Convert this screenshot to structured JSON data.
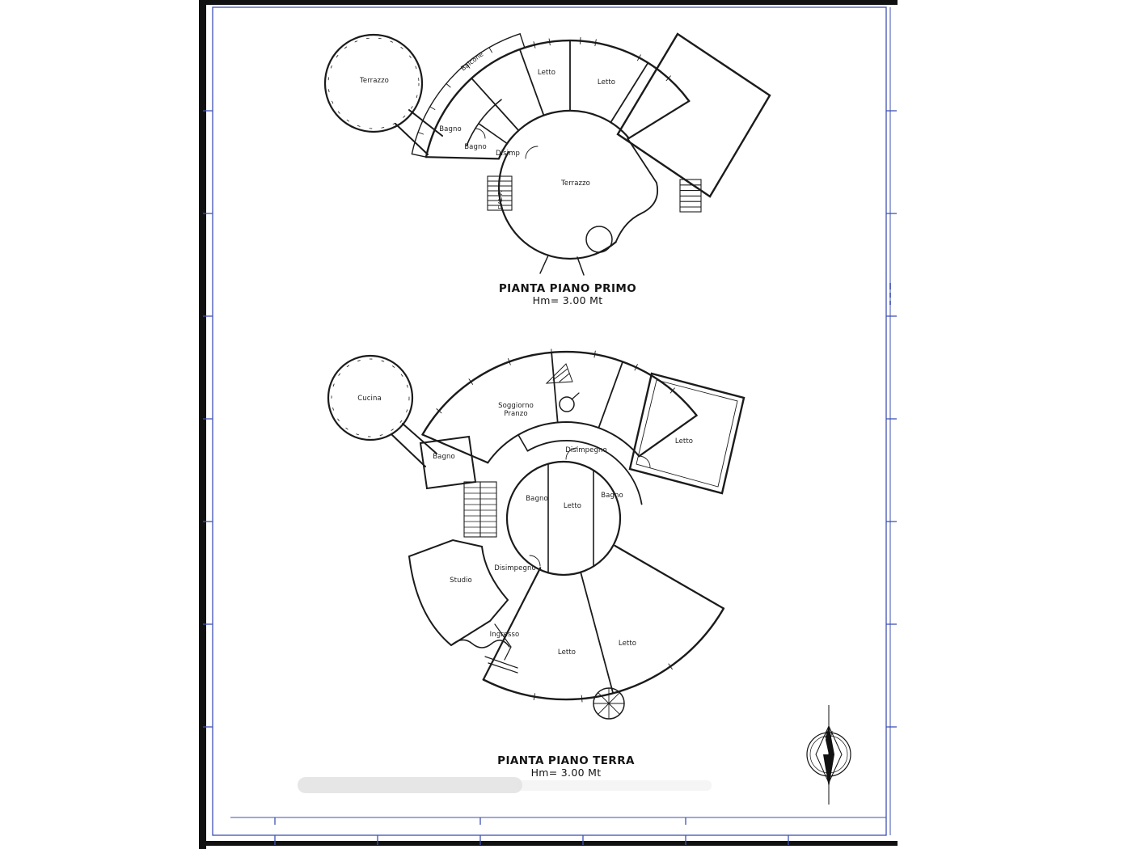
{
  "colors": {
    "frame_blue": "#3f51b5",
    "ink": "#1b1b1b",
    "paper": "#ffffff"
  },
  "plans": [
    {
      "title": "PIANTA PIANO PRIMO",
      "height_note": "Hm= 3.00 Mt",
      "rooms": [
        "Terrazzo",
        "Balcone",
        "Letto",
        "Letto",
        "Bagno",
        "Bagno",
        "Disimp",
        "Terrazzo",
        "DAL P."
      ]
    },
    {
      "title": "PIANTA PIANO TERRA",
      "height_note": "Hm= 3.00 Mt",
      "rooms": [
        "Cucina",
        "Soggiorno\nPranzo",
        "Disimpegno",
        "Letto",
        "Bagno",
        "Bagno",
        "Letto",
        "Bagno",
        "Studio",
        "Disimpegno",
        "Ingresso",
        "Letto",
        "Letto"
      ]
    }
  ],
  "compass": {
    "label": "N"
  }
}
